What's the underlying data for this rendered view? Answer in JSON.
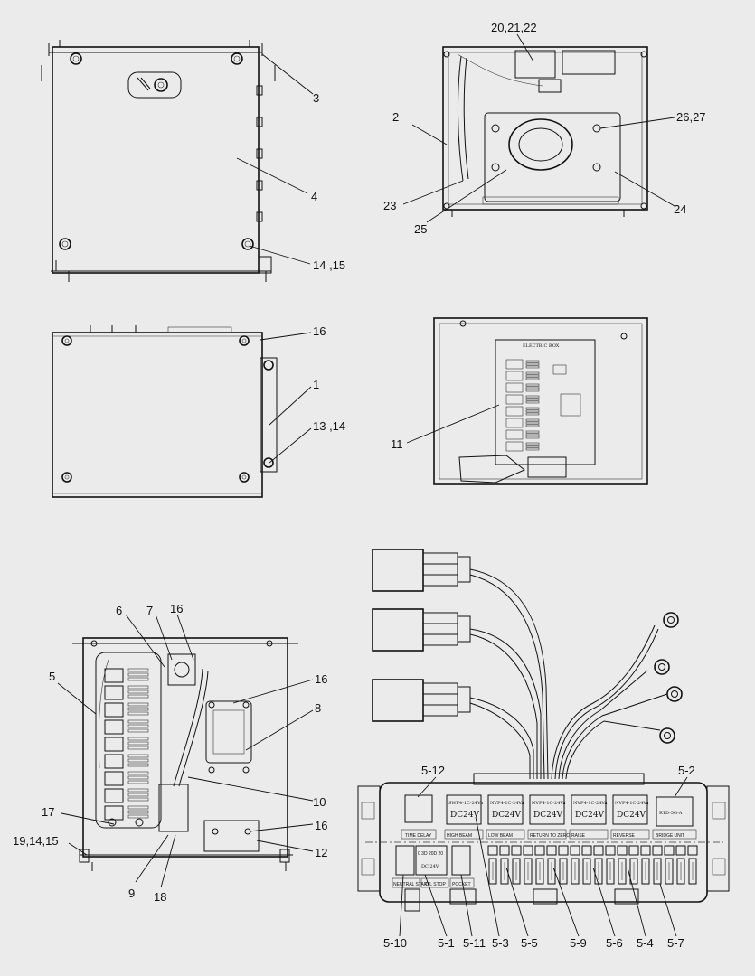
{
  "views": {
    "top_left": {
      "callouts": [
        "3",
        "4",
        "14 ,15"
      ]
    },
    "top_right": {
      "callouts": [
        "20,21,22",
        "2",
        "26,27",
        "23",
        "24",
        "25"
      ]
    },
    "mid_left": {
      "callouts": [
        "16",
        "1",
        "13 ,14"
      ]
    },
    "mid_right": {
      "callouts": [
        "11"
      ],
      "box_title": "ELECTRIC BOX"
    },
    "bottom_left": {
      "callouts": [
        "6",
        "7",
        "16",
        "5",
        "16",
        "8",
        "10",
        "17",
        "16",
        "19,14,15",
        "12",
        "9",
        "18"
      ]
    },
    "bottom_right": {
      "callouts": [
        "5-12",
        "5-2",
        "5-10",
        "5-1",
        "5-11",
        "5-3",
        "5-5",
        "5-9",
        "5-6",
        "5-4",
        "5-7"
      ],
      "relays": [
        {
          "model": "SWF4-1C-24Va",
          "volt": "DC24V",
          "label": "HIGH BEAM"
        },
        {
          "model": "NVF4-1C-24Va",
          "volt": "DC24V",
          "label": "LOW BEAM"
        },
        {
          "model": "NVF4-1C-24Va",
          "volt": "DC24V",
          "label": "RETURN TO ZERO"
        },
        {
          "model": "NVF4-1C-24Va",
          "volt": "DC24V",
          "label": "RAISE"
        },
        {
          "model": "NVF4-1C-24Va",
          "volt": "DC24V",
          "label": "REVERSE"
        }
      ],
      "timer_label": "TIME DELAY",
      "flasher": "RTD-5G-A",
      "flasher_label": "BRIDGE UNIT",
      "module_top": "0 3D 20D 20",
      "module_volt": "DC 24V",
      "bottom_labels": [
        "NEUTRAL START",
        "OIL STOP",
        "POCKET"
      ]
    }
  }
}
